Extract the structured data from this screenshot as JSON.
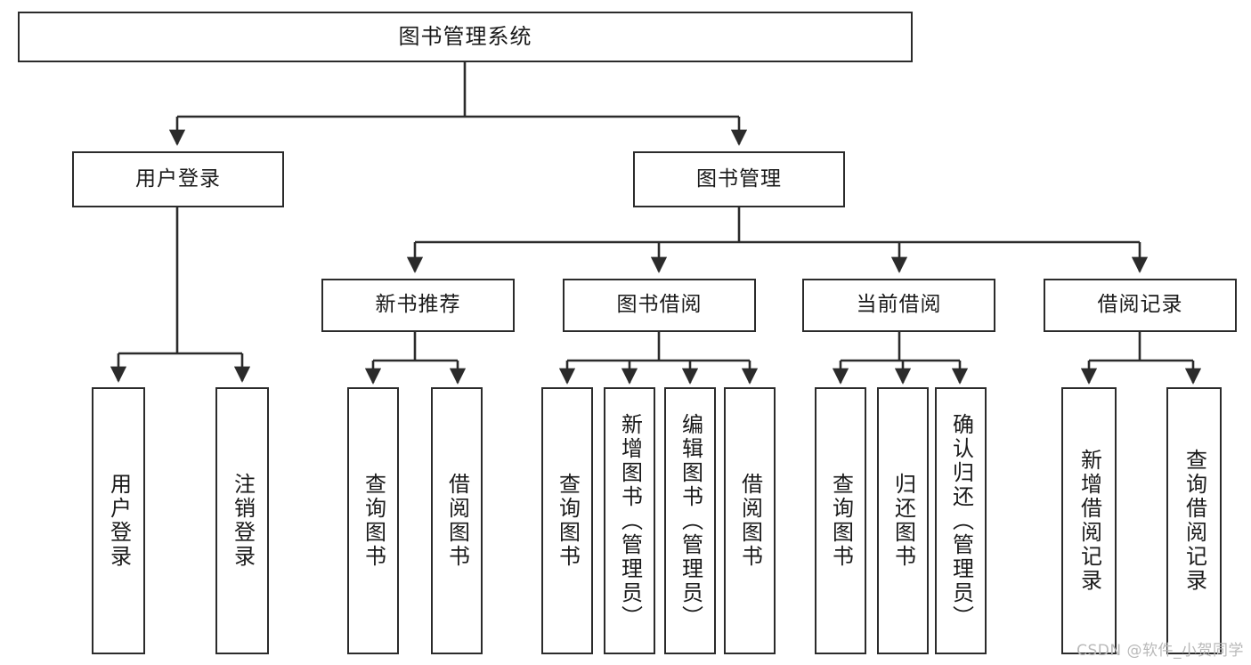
{
  "diagram": {
    "type": "tree",
    "title": "图书管理系统",
    "orientation": "top-down",
    "colors": {
      "stroke": "#2b2b2b",
      "fill": "#ffffff",
      "text": "#1a1a1a",
      "watermark": "#b9b9b9"
    },
    "watermark": "CSDN @软件_小贺同学"
  },
  "nodes": {
    "root": {
      "label": "图书管理系统",
      "level": 1
    },
    "level2": [
      {
        "id": "user-login",
        "label": "用户登录"
      },
      {
        "id": "book-manage",
        "label": "图书管理"
      }
    ],
    "level3": [
      {
        "id": "new-book-rec",
        "label": "新书推荐",
        "parent": "book-manage"
      },
      {
        "id": "book-borrow",
        "label": "图书借阅",
        "parent": "book-manage"
      },
      {
        "id": "current-borrow",
        "label": "当前借阅",
        "parent": "book-manage"
      },
      {
        "id": "borrow-record",
        "label": "借阅记录",
        "parent": "book-manage"
      }
    ],
    "leaves": {
      "user-login": [
        {
          "id": "leaf-user-login",
          "label": "用户登录"
        },
        {
          "id": "leaf-user-logout",
          "label": "注销登录"
        }
      ],
      "new-book-rec": [
        {
          "id": "leaf-query-book-1",
          "label": "查询图书"
        },
        {
          "id": "leaf-borrow-book-1",
          "label": "借阅图书"
        }
      ],
      "book-borrow": [
        {
          "id": "leaf-query-book-2",
          "label": "查询图书"
        },
        {
          "id": "leaf-add-book",
          "label": "新增图书（管理员）"
        },
        {
          "id": "leaf-edit-book",
          "label": "编辑图书（管理员）"
        },
        {
          "id": "leaf-borrow-book-2",
          "label": "借阅图书"
        }
      ],
      "current-borrow": [
        {
          "id": "leaf-query-book-3",
          "label": "查询图书"
        },
        {
          "id": "leaf-return-book",
          "label": "归还图书"
        },
        {
          "id": "leaf-confirm-return",
          "label": "确认归还（管理员）"
        }
      ],
      "borrow-record": [
        {
          "id": "leaf-add-record",
          "label": "新增借阅记录"
        },
        {
          "id": "leaf-query-record",
          "label": "查询借阅记录"
        }
      ]
    }
  }
}
